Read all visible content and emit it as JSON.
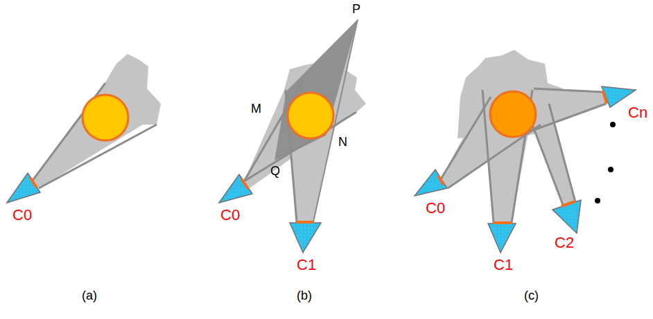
{
  "diagram": {
    "labels": [
      "C0",
      "(a)",
      "P",
      "M",
      "N",
      "Q",
      "C0",
      "C1",
      "(b)",
      "C0",
      "C1",
      "C2",
      "Cn",
      "(c)"
    ]
  }
}
